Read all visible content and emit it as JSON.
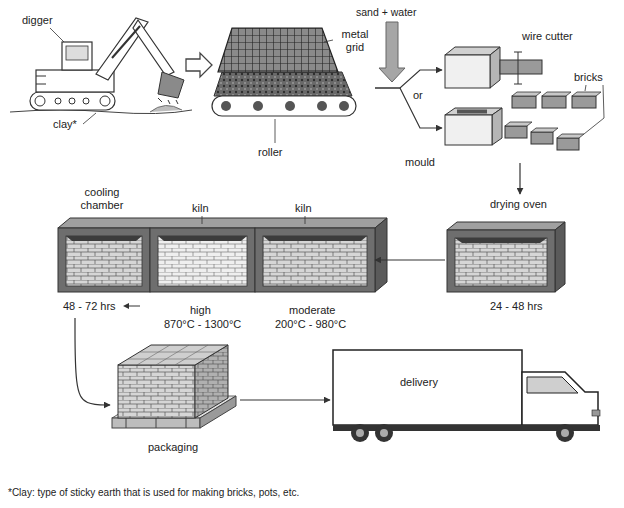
{
  "diagram": {
    "nodes": [
      {
        "text": [
          "digger",
          "clay*"
        ]
      },
      {
        "text": [
          "metal grid",
          "roller"
        ]
      },
      {
        "text": [
          "wire cutter"
        ]
      },
      {
        "text": [
          "mould"
        ]
      },
      {
        "text": [
          "drying oven",
          "24 - 48 hrs"
        ]
      },
      {
        "text": [
          "kiln",
          "moderate",
          "200°C - 980°C"
        ]
      },
      {
        "text": [
          "kiln",
          "high",
          "870°C - 1300°C"
        ]
      },
      {
        "text": [
          "cooling chamber",
          "48 - 72 hrs"
        ]
      },
      {
        "text": [
          "packaging"
        ]
      },
      {
        "text": [
          "delivery"
        ]
      }
    ],
    "edges": [
      {
        "from": 0,
        "to": 1,
        "arrow": "to"
      },
      {
        "from": 1,
        "to": 2,
        "arrow": "to"
      },
      {
        "from": 1,
        "to": 3,
        "arrow": "to"
      },
      {
        "from": 3,
        "to": 4,
        "arrow": "to"
      },
      {
        "from": 4,
        "to": 5,
        "arrow": "to"
      },
      {
        "from": 7,
        "to": 8,
        "arrow": "to"
      },
      {
        "from": 8,
        "to": 9,
        "arrow": "to"
      }
    ],
    "labels": [
      "sand + water",
      "or",
      "bricks",
      "*Clay: type of sticky earth that is used for making bricks, pots, etc."
    ]
  }
}
